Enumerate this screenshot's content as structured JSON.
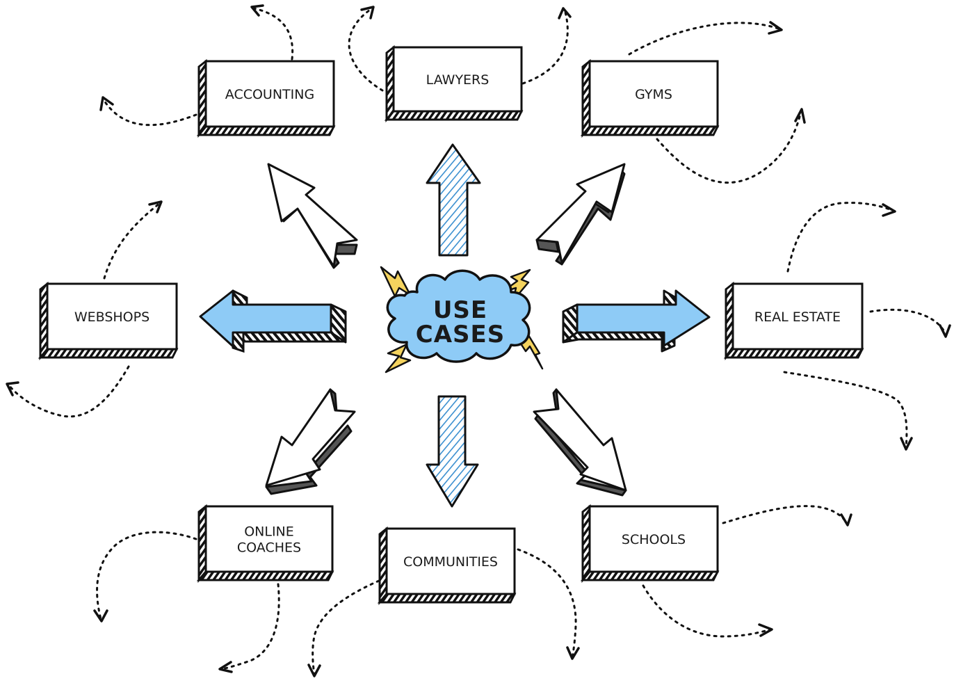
{
  "title": "Use Cases",
  "center": {
    "lines": [
      "USE",
      "CASES"
    ],
    "fill_color": "#8ecbf6",
    "bolt_color": "#f4d35e"
  },
  "nodes": [
    {
      "id": "accounting",
      "lines": [
        "ACCOUNTING"
      ],
      "position": "top-left"
    },
    {
      "id": "lawyers",
      "lines": [
        "LAWYERS"
      ],
      "position": "top"
    },
    {
      "id": "gyms",
      "lines": [
        "GYMS"
      ],
      "position": "top-right"
    },
    {
      "id": "webshops",
      "lines": [
        "WEBSHOPS"
      ],
      "position": "left"
    },
    {
      "id": "real-estate",
      "lines": [
        "REAL ESTATE"
      ],
      "position": "right"
    },
    {
      "id": "online-coaches",
      "lines": [
        "ONLINE",
        "COACHES"
      ],
      "position": "bottom-left"
    },
    {
      "id": "communities",
      "lines": [
        "COMMUNITIES"
      ],
      "position": "bottom"
    },
    {
      "id": "schools",
      "lines": [
        "SCHOOLS"
      ],
      "position": "bottom-right"
    }
  ],
  "edges": [
    {
      "from": "center",
      "to": "accounting",
      "style": "white-3d-arrow"
    },
    {
      "from": "center",
      "to": "lawyers",
      "style": "hatched-blue-arrow"
    },
    {
      "from": "center",
      "to": "gyms",
      "style": "white-3d-arrow"
    },
    {
      "from": "center",
      "to": "webshops",
      "style": "solid-blue-3d-arrow"
    },
    {
      "from": "center",
      "to": "real-estate",
      "style": "solid-blue-3d-arrow"
    },
    {
      "from": "center",
      "to": "online-coaches",
      "style": "white-3d-arrow"
    },
    {
      "from": "center",
      "to": "communities",
      "style": "hatched-blue-arrow"
    },
    {
      "from": "center",
      "to": "schools",
      "style": "white-3d-arrow"
    }
  ],
  "colors": {
    "accent_blue": "#8ecbf6",
    "hatch_blue": "#3a8fd0",
    "bolt_yellow": "#f4d35e",
    "ink": "#111111"
  }
}
